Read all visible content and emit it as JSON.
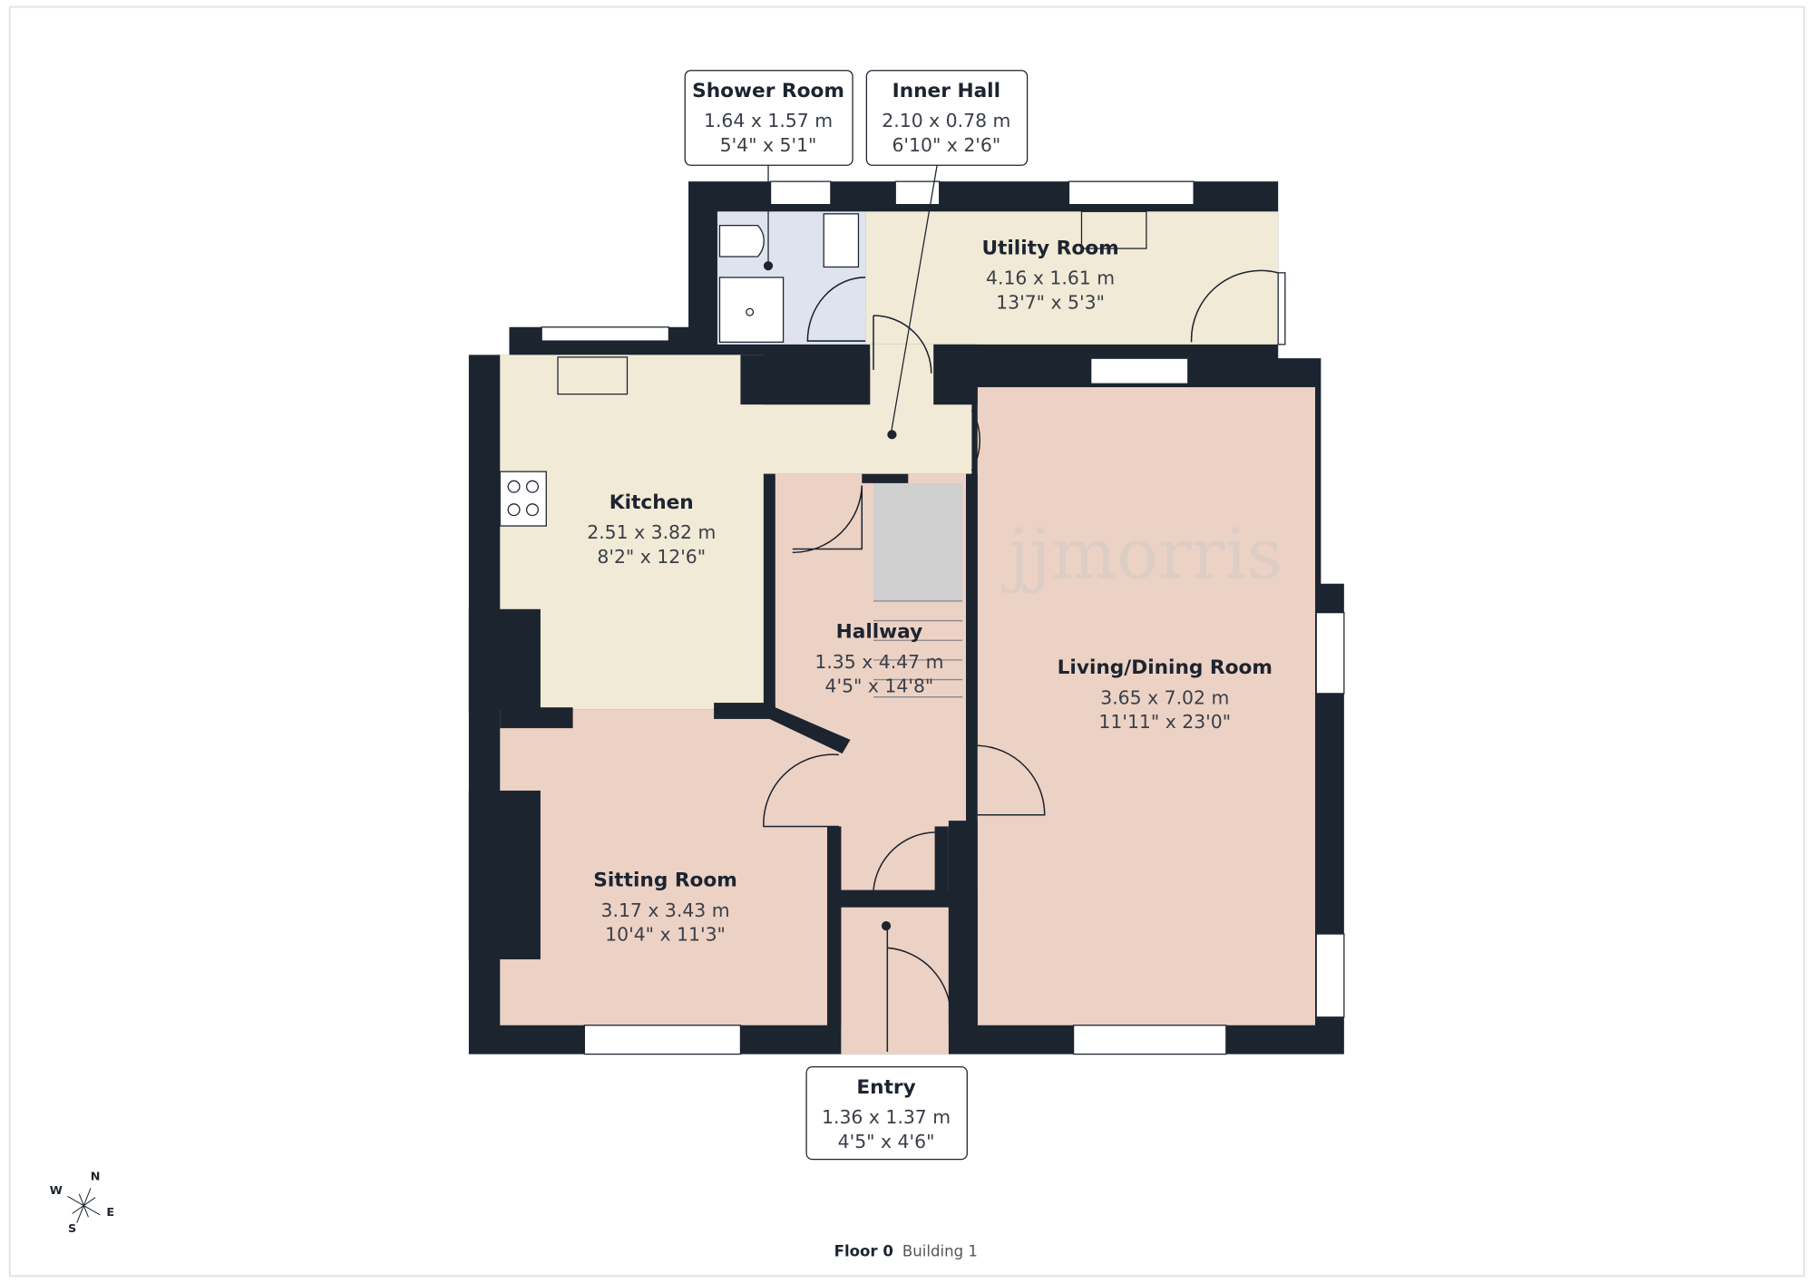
{
  "colors": {
    "wall": "#1c2430",
    "cream": "#f1ead6",
    "pink": "#ecd2c5",
    "blue": "#dfe3ee",
    "stairs": "#cfcfcf"
  },
  "watermark": "jjmorris",
  "rooms": {
    "kitchen": {
      "name": "Kitchen",
      "metric": "2.51 x 3.82 m",
      "imperial": "8'2\" x 12'6\""
    },
    "utility": {
      "name": "Utility Room",
      "metric": "4.16 x 1.61 m",
      "imperial": "13'7\" x 5'3\""
    },
    "hallway": {
      "name": "Hallway",
      "metric": "1.35 x 4.47 m",
      "imperial": "4'5\" x 14'8\""
    },
    "living": {
      "name": "Living/Dining Room",
      "metric": "3.65 x 7.02 m",
      "imperial": "11'11\" x 23'0\""
    },
    "sitting": {
      "name": "Sitting Room",
      "metric": "3.17 x 3.43 m",
      "imperial": "10'4\" x 11'3\""
    }
  },
  "callouts": {
    "shower": {
      "name": "Shower Room",
      "metric": "1.64 x 1.57 m",
      "imperial": "5'4\" x 5'1\""
    },
    "inner_hall": {
      "name": "Inner Hall",
      "metric": "2.10 x 0.78 m",
      "imperial": "6'10\" x 2'6\""
    },
    "entry": {
      "name": "Entry",
      "metric": "1.36 x 1.37 m",
      "imperial": "4'5\" x 4'6\""
    }
  },
  "compass": {
    "n": "N",
    "s": "S",
    "e": "E",
    "w": "W"
  },
  "footer": {
    "floor": "Floor 0",
    "building": "Building 1"
  }
}
